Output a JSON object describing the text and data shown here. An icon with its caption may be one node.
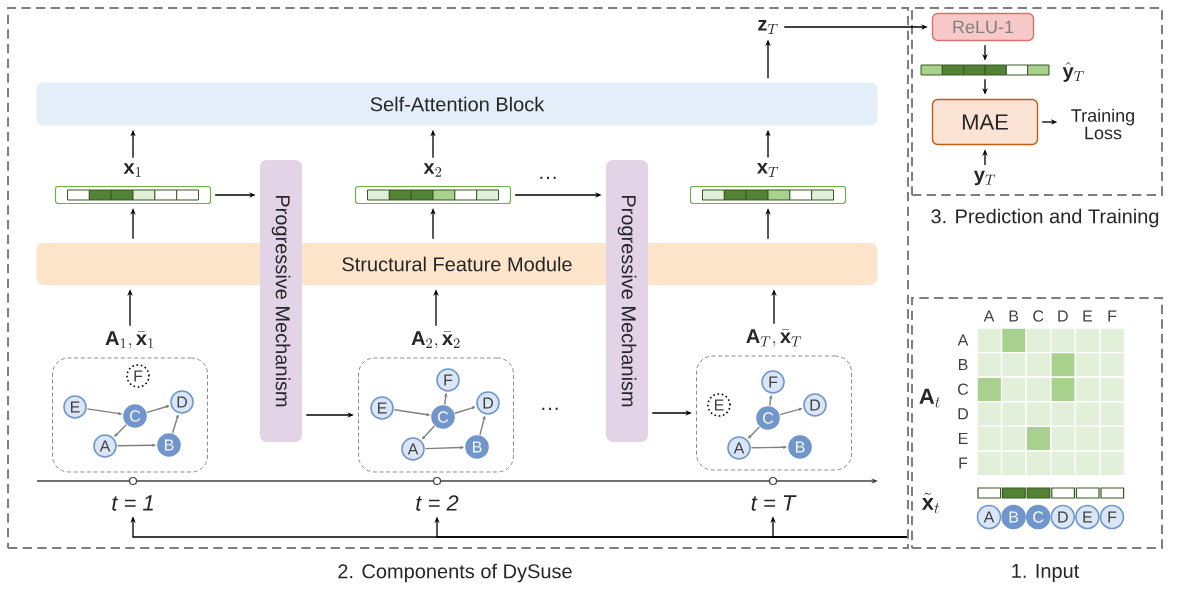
{
  "diagram": {
    "nodes": [
      {
        "text": [
          "2. Components of DySuse"
        ]
      },
      {
        "text": [
          "3. Prediction and Training"
        ]
      },
      {
        "text": [
          "1. Input"
        ]
      },
      {
        "text": [
          "\\mathbf{z}_T"
        ],
        "in": 0
      },
      {
        "text": [
          "Self-Attention Block"
        ],
        "in": 0
      },
      {
        "text": [
          "\\mathbf{x}_1"
        ],
        "in": 0
      },
      {
        "text": [
          "\\mathbf{x}_2"
        ],
        "in": 0
      },
      {
        "text": [
          "\\mathbf{x}_T"
        ],
        "in": 0
      },
      {
        "text": [
          "Progressive Mechanism"
        ],
        "in": 0
      },
      {
        "text": [
          "Progressive Mechanism"
        ],
        "in": 0
      },
      {
        "text": [
          "Structural Feature Module"
        ],
        "in": 0
      },
      {
        "text": [
          "\\mathbf{A}_1, \\bar{\\mathbf{x}}_1"
        ],
        "in": 0
      },
      {
        "text": [
          "F"
        ],
        "in": 11
      },
      {
        "text": [
          "E"
        ],
        "in": 11
      },
      {
        "text": [
          "C"
        ],
        "in": 11
      },
      {
        "text": [
          "D"
        ],
        "in": 11
      },
      {
        "text": [
          "A"
        ],
        "in": 11
      },
      {
        "text": [
          "B"
        ],
        "in": 11
      },
      {
        "text": [
          "\\mathbf{A}_2, \\bar{\\mathbf{x}}_2"
        ],
        "in": 0
      },
      {
        "text": [
          "F"
        ],
        "in": 18
      },
      {
        "text": [
          "E"
        ],
        "in": 18
      },
      {
        "text": [
          "C"
        ],
        "in": 18
      },
      {
        "text": [
          "D"
        ],
        "in": 18
      },
      {
        "text": [
          "A"
        ],
        "in": 18
      },
      {
        "text": [
          "B"
        ],
        "in": 18
      },
      {
        "text": [
          "\\mathbf{A}_T, \\bar{\\mathbf{x}}_T"
        ],
        "in": 0
      },
      {
        "text": [
          "F"
        ],
        "in": 25
      },
      {
        "text": [
          "E"
        ],
        "in": 25
      },
      {
        "text": [
          "C"
        ],
        "in": 25
      },
      {
        "text": [
          "D"
        ],
        "in": 25
      },
      {
        "text": [
          "A"
        ],
        "in": 25
      },
      {
        "text": [
          "B"
        ],
        "in": 25
      },
      {
        "text": [
          "t = 1"
        ],
        "in": 0
      },
      {
        "text": [
          "t = 2"
        ],
        "in": 0
      },
      {
        "text": [
          "t = T"
        ],
        "in": 0
      },
      {
        "text": [
          "ReLU-1"
        ],
        "in": 1
      },
      {
        "text": [],
        "shape": "bar",
        "beside": [
          "\\hat{\\mathbf{y}}_T"
        ],
        "in": 1
      },
      {
        "text": [
          "MAE"
        ],
        "in": 1
      },
      {
        "text": [
          "Training Loss"
        ],
        "in": 1
      },
      {
        "text": [
          "\\mathbf{y}_T"
        ],
        "in": 1
      },
      {
        "text": [
          "A"
        ],
        "in": 2
      },
      {
        "text": [
          "B"
        ],
        "in": 2
      },
      {
        "text": [
          "C"
        ],
        "in": 2
      },
      {
        "text": [
          "D"
        ],
        "in": 2
      },
      {
        "text": [
          "E"
        ],
        "in": 2
      },
      {
        "text": [
          "F"
        ],
        "in": 2
      }
    ],
    "edges": [
      {
        "from": 11,
        "to": 10,
        "arrow": "to"
      },
      {
        "from": 18,
        "to": 10,
        "arrow": "to"
      },
      {
        "from": 25,
        "to": 10,
        "arrow": "to"
      },
      {
        "from": 10,
        "to": 5,
        "arrow": "to"
      },
      {
        "from": 10,
        "to": 6,
        "arrow": "to"
      },
      {
        "from": 10,
        "to": 7,
        "arrow": "to"
      },
      {
        "from": 5,
        "to": 4,
        "arrow": "to"
      },
      {
        "from": 6,
        "to": 4,
        "arrow": "to"
      },
      {
        "from": 7,
        "to": 4,
        "arrow": "to"
      },
      {
        "from": 4,
        "to": 3,
        "arrow": "to"
      },
      {
        "from": 3,
        "to": 35,
        "arrow": "to"
      },
      {
        "from": 5,
        "to": 8,
        "arrow": "to"
      },
      {
        "from": 6,
        "to": 9,
        "arrow": "to"
      },
      {
        "from": 8,
        "to": 18,
        "arrow": "to"
      },
      {
        "from": 9,
        "to": 25,
        "arrow": "to"
      },
      {
        "from": 2,
        "to": 32,
        "arrow": "to"
      },
      {
        "from": 2,
        "to": 33,
        "arrow": "to"
      },
      {
        "from": 2,
        "to": 34,
        "arrow": "to"
      },
      {
        "from": 35,
        "to": 36,
        "arrow": "to"
      },
      {
        "from": 36,
        "to": 37,
        "arrow": "to"
      },
      {
        "from": 37,
        "to": 38,
        "arrow": "to"
      },
      {
        "from": 39,
        "to": 37,
        "arrow": "to"
      },
      {
        "from": 13,
        "to": 14,
        "arrow": "to",
        "color": "#808080"
      },
      {
        "from": 14,
        "to": 15,
        "arrow": "to",
        "color": "#808080"
      },
      {
        "from": 14,
        "to": 16,
        "arrow": "to",
        "color": "#808080"
      },
      {
        "from": 16,
        "to": 17,
        "arrow": "to",
        "color": "#808080"
      },
      {
        "from": 17,
        "to": 15,
        "arrow": "to",
        "color": "#808080"
      },
      {
        "from": 20,
        "to": 21,
        "arrow": "to",
        "color": "#808080"
      },
      {
        "from": 21,
        "to": 19,
        "arrow": "to",
        "color": "#808080"
      },
      {
        "from": 21,
        "to": 22,
        "arrow": "to",
        "color": "#808080"
      },
      {
        "from": 21,
        "to": 23,
        "arrow": "to",
        "color": "#808080"
      },
      {
        "from": 23,
        "to": 24,
        "arrow": "to",
        "color": "#808080"
      },
      {
        "from": 24,
        "to": 22,
        "arrow": "to",
        "color": "#808080"
      },
      {
        "from": 28,
        "to": 26,
        "arrow": "to",
        "color": "#808080"
      },
      {
        "from": 28,
        "to": 29,
        "arrow": "to",
        "color": "#808080"
      },
      {
        "from": 28,
        "to": 30,
        "arrow": "to",
        "color": "#808080"
      },
      {
        "from": 30,
        "to": 31,
        "arrow": "to",
        "color": "#808080"
      }
    ],
    "labels": [
      "···",
      "···",
      "\\mathbf{A}_t",
      "A",
      "B",
      "C",
      "D",
      "E",
      "F",
      "A",
      "B",
      "C",
      "D",
      "E",
      "F",
      "\\tilde{\\mathbf{x}}_t"
    ]
  }
}
